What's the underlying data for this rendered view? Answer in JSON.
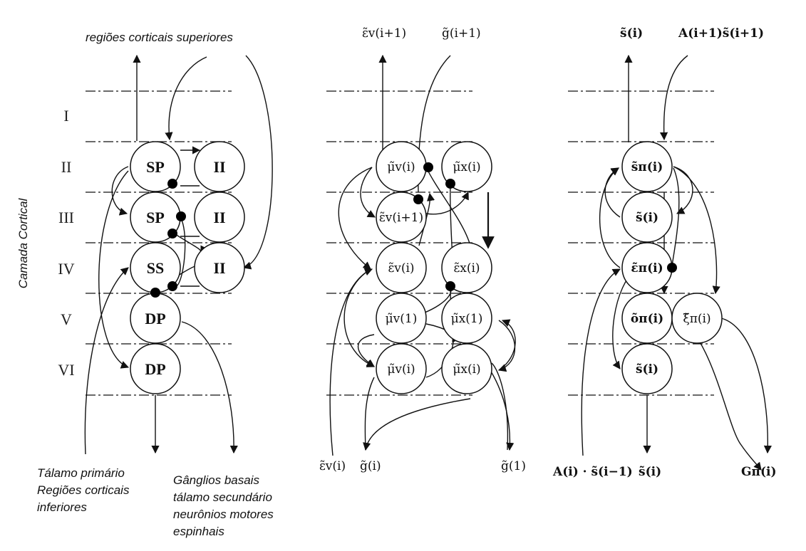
{
  "left_panel": {
    "top_label": "regiões corticais superiores",
    "axis_label": "Camada Cortical",
    "layers": [
      "I",
      "II",
      "III",
      "IV",
      "V",
      "VI"
    ],
    "nodes": {
      "sp1": "SP",
      "ii1": "II",
      "sp2": "SP",
      "ii2": "II",
      "ss": "SS",
      "ii3": "II",
      "dp1": "DP",
      "dp2": "DP"
    },
    "bottom_left": [
      "Tálamo primário",
      "Regiões corticais",
      "inferiores"
    ],
    "bottom_right": [
      "Gânglios basais",
      "tálamo secundário",
      "neurônios motores",
      "espinhais"
    ]
  },
  "middle_panel": {
    "top_left": "ε̃v(i+1)",
    "top_right": "g̃(i+1)",
    "nodes": {
      "mu_v_i_top": "μ̃v(i)",
      "mu_x_i_top": "μ̃x(i)",
      "eps_v_i1": "ε̃v(i+1)",
      "eps_v_i": "ε̃v(i)",
      "eps_x_i": "ε̃x(i)",
      "mu_v_1": "μ̃v(1)",
      "mu_x_1": "μ̃x(1)",
      "mu_v_i_bot": "μ̃v(i)",
      "mu_x_i_bot": "μ̃x(i)"
    },
    "bottom": {
      "eps": "ε̃v(i)",
      "g_i": "g̃(i)",
      "g_1": "g̃(1)"
    }
  },
  "right_panel": {
    "top_left": "s̃(i)",
    "top_right": "A(i+1)s̃(i+1)",
    "nodes": {
      "s_pi": "s̃π(i)",
      "s": "s̃(i)",
      "eps_pi": "ε̃π(i)",
      "o_pi": "õπ(i)",
      "xi_pi": "ξ̃π(i)",
      "s_bot": "s̃(i)"
    },
    "bottom": {
      "left": "A(i) · s̃(i−1)",
      "mid": "s̃(i)",
      "right": "Gπ(i)"
    }
  }
}
